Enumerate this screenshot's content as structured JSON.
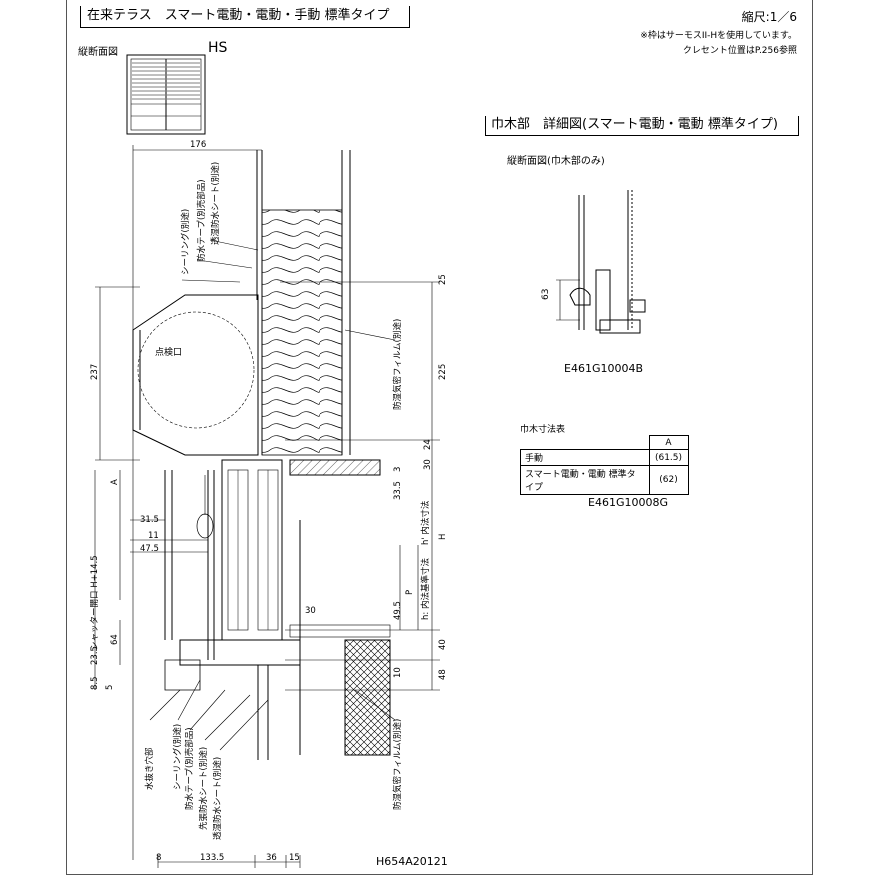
{
  "title": "在来テラス　スマート電動・電動・手動 標準タイプ",
  "scale": "縮尺:1／6",
  "notes": [
    "※枠はサーモスII-Hを使用しています。",
    "クレセント位置はP.256参照"
  ],
  "section_label": "縦断面図",
  "product_code": "HS",
  "detail": {
    "title": "巾木部　詳細図(スマート電動・電動 標準タイプ)",
    "subtitle": "縦断面図(巾木部のみ)",
    "dim": "63",
    "code": "E461G10004B"
  },
  "table": {
    "caption": "巾木寸法表",
    "header": "A",
    "rows": [
      {
        "label": "手動",
        "value": "(61.5)"
      },
      {
        "label": "スマート電動・電動 標準タイプ",
        "value": "(62)"
      }
    ],
    "code": "E461G10008G"
  },
  "drawing_code": "H654A20121",
  "labels": {
    "inspection": "点検口",
    "shutter": "シャッター開口 H+14.5",
    "inner_std": "h: 内法基準寸法",
    "inner_h": "h' 内法寸法",
    "top_sealing": "シーリング(別途)",
    "top_tape": "防水テープ(別売部品)",
    "top_sheet": "透湿防水シート(別途)",
    "top_film": "防湿気密フィルム(別途)",
    "bottom_drain": "水抜き穴部",
    "bottom_sealing": "シーリング(別途)",
    "bottom_tape": "防水テープ(別売部品)",
    "bottom_sheet": "先張防水シート(別途)",
    "bottom_sheet2": "透湿防水シート(別途)",
    "bottom_film": "防湿気密フィルム(別途)"
  },
  "dimensions": {
    "top_width": "176",
    "d237": "237",
    "d25": "25",
    "d225": "225",
    "d24": "24",
    "d3": "3",
    "d30a": "30",
    "d33_5": "33.5",
    "dH": "H",
    "d30b": "30",
    "d49_5": "49.5",
    "d40": "40",
    "d48": "48",
    "d10": "10",
    "dA": "A",
    "dP": "P",
    "d31_5": "31.5",
    "d11": "11",
    "d47_5": "47.5",
    "d64": "64",
    "d23_5": "23.5",
    "d8_5": "8.5",
    "d5": "5",
    "b8": "8",
    "b133_5": "133.5",
    "b36": "36",
    "b15": "15"
  }
}
